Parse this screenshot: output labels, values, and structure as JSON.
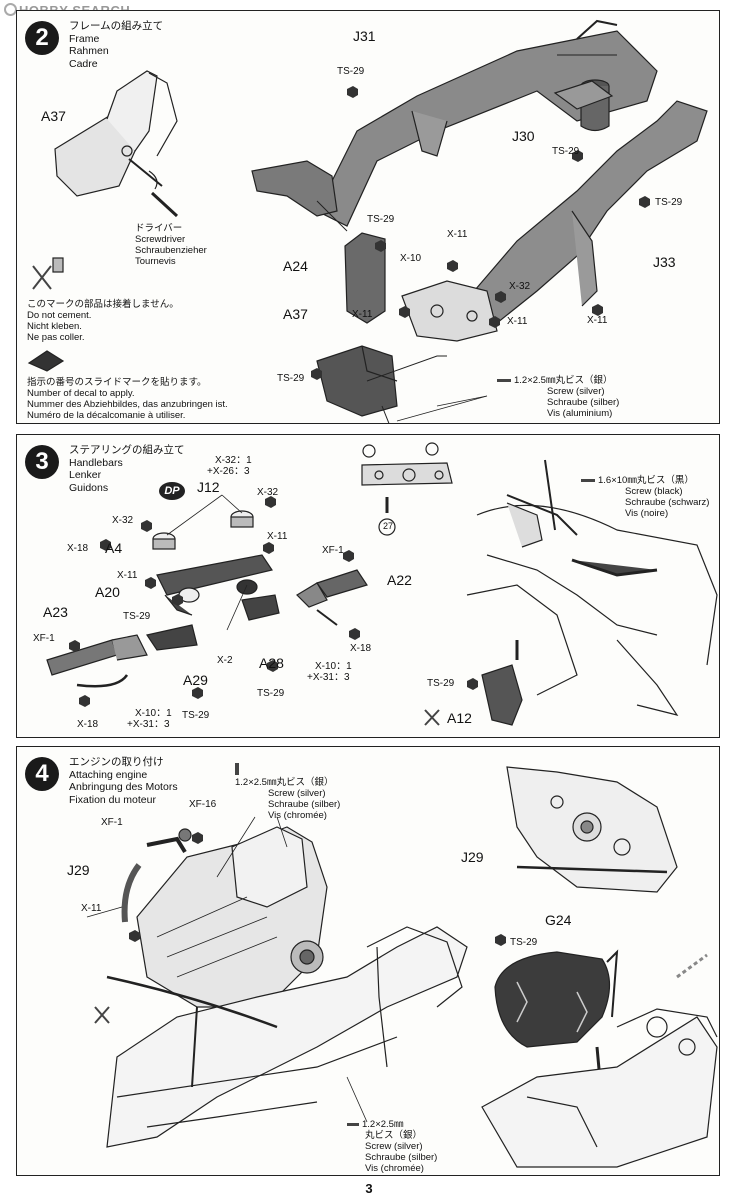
{
  "watermark": "HOBBY SEARCH",
  "page_number": "3",
  "step2": {
    "number": "2",
    "title": [
      "フレームの組み立て",
      "Frame",
      "Rahmen",
      "Cadre"
    ],
    "screwdriver_note": [
      "ドライバー",
      "Screwdriver",
      "Schraubenzieher",
      "Tournevis"
    ],
    "no_cement_note": [
      "このマークの部品は接着しません。",
      "Do not cement.",
      "Nicht kleben.",
      "Ne pas coller."
    ],
    "decal_note": [
      "指示の番号のスライドマークを貼ります。",
      "Number of decal to apply.",
      "Nummer des Abziehbildes, das anzubringen ist.",
      "Numéro de la décalcomanie à utiliser."
    ],
    "screw_note": [
      "1.2×2.5㎜丸ビス（銀）",
      "Screw (silver)",
      "Schraube (silber)",
      "Vis (aluminium)"
    ],
    "labels": {
      "a37_top": "A37",
      "j31": "J31",
      "ts29_a": "TS-29",
      "j30": "J30",
      "ts29_b": "TS-29",
      "ts29_c": "TS-29",
      "ts29_d": "TS-29",
      "a24": "A24",
      "x11_a": "X-11",
      "x10": "X-10",
      "x32": "X-32",
      "j33": "J33",
      "x11_b": "X-11",
      "x11_c": "X-11",
      "x11_d": "X-11",
      "a37_bot": "A37",
      "ts29_e": "TS-29"
    }
  },
  "step3": {
    "number": "3",
    "title": [
      "ステアリングの組み立て",
      "Handlebars",
      "Lenker",
      "Guidons"
    ],
    "screw_note": [
      "1.6×10㎜丸ビス（黒）",
      "Screw (black)",
      "Schraube (schwarz)",
      "Vis (noire)"
    ],
    "dp": "DP",
    "decal_num": "27",
    "labels": {
      "x32_1": "X-32：1",
      "x26_3": "+X-26：3",
      "j12": "J12",
      "x32": "X-32",
      "x32_b": "X-32",
      "x11_a": "X-11",
      "x18_a": "X-18",
      "a4": "A4",
      "x11_b": "X-11",
      "xf1_a": "XF-1",
      "a20": "A20",
      "a22": "A22",
      "ts29_a": "TS-29",
      "a23": "A23",
      "xf1_b": "XF-1",
      "x2": "X-2",
      "a28": "A28",
      "x18_b": "X-18",
      "x10_1_a": "X-10：1",
      "x31_3_a": "+X-31：3",
      "a29": "A29",
      "ts29_b": "TS-29",
      "ts29_c": "TS-29",
      "x18_c": "X-18",
      "x10_1_b": "X-10：1",
      "x31_3_b": "+X-31：3",
      "ts29_d": "TS-29",
      "a12": "A12"
    }
  },
  "step4": {
    "number": "4",
    "title": [
      "エンジンの取り付け",
      "Attaching engine",
      "Anbringung des Motors",
      "Fixation du moteur"
    ],
    "screw_note_top": [
      "1.2×2.5㎜丸ビス（銀）",
      "Screw (silver)",
      "Schraube (silber)",
      "Vis (chromée)"
    ],
    "screw_note_bottom": [
      "1.2×2.5㎜",
      "丸ビス（銀）",
      "Screw (silver)",
      "Schraube (silber)",
      "Vis (chromée)"
    ],
    "labels": {
      "xf16": "XF-16",
      "xf1": "XF-1",
      "j29": "J29",
      "x11": "X-11",
      "j29_b": "J29",
      "g24": "G24",
      "ts29": "TS-29"
    }
  }
}
